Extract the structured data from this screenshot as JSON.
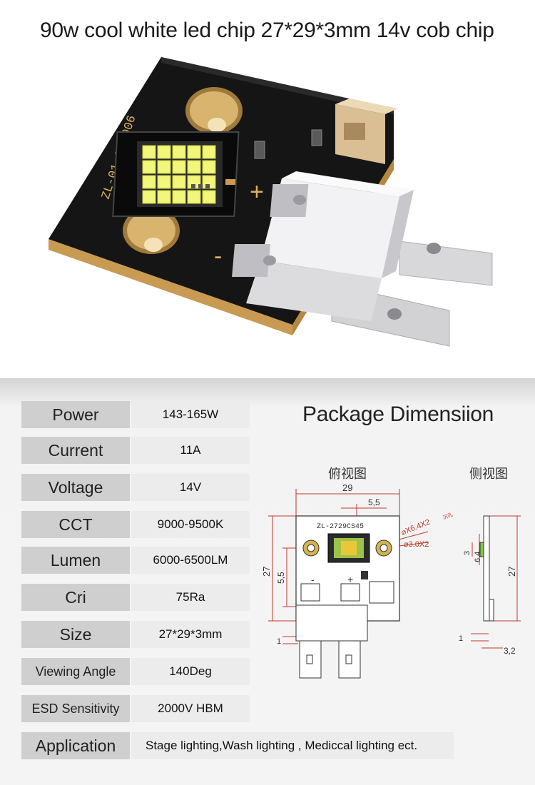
{
  "header": {
    "title": "90w cool white led chip 27*29*3mm 14v cob chip"
  },
  "product_photo": {
    "board_marking": "ZL-01.05.006",
    "plus_mark": "+",
    "minus_mark": "-"
  },
  "specs": [
    {
      "label": "Power",
      "value": "143-165W"
    },
    {
      "label": "Current",
      "value": "11A"
    },
    {
      "label": "Voltage",
      "value": "14V"
    },
    {
      "label": "CCT",
      "value": "9000-9500K"
    },
    {
      "label": "Lumen",
      "value": "6000-6500LM"
    },
    {
      "label": "Cri",
      "value": "75Ra"
    },
    {
      "label": "Size",
      "value": "27*29*3mm"
    },
    {
      "label": "Viewing Angle",
      "value": "140Deg"
    },
    {
      "label": "ESD Sensitivity",
      "value": "2000V HBM"
    },
    {
      "label": "Application",
      "value": "Stage lighting,Wash lighting , Mediccal lighting ect."
    }
  ],
  "package": {
    "title": "Package Dimensiion",
    "top_view_label": "俯视图",
    "side_view_label": "侧视图",
    "dim_width": "29",
    "dim_inner_width": "5,5",
    "dim_height": "27",
    "dim_inner_height": "5,5",
    "dim_bottom_offset": "1",
    "hole_large": "⌀X6.4X2",
    "hole_large_note": "沉孔",
    "hole_small": "⌀3.0X2",
    "board_marking": "ZL-2729CS45",
    "plus_mark": "+",
    "minus_mark": "-",
    "side_dim_3": "3",
    "side_dim_64": "6,4",
    "side_dim_27": "27",
    "side_dim_1": "1",
    "side_dim_32": "3,2"
  }
}
